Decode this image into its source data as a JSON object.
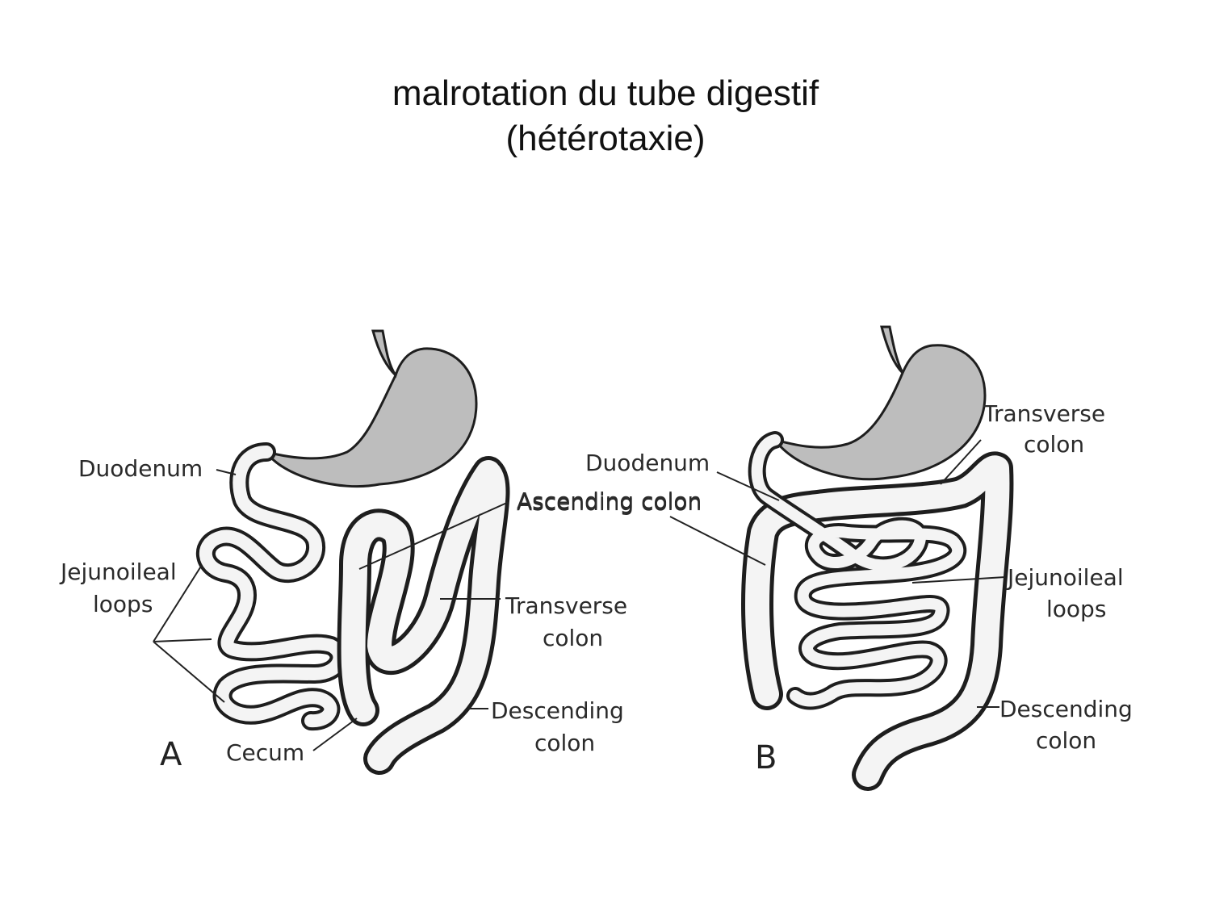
{
  "title": {
    "line1": "malrotation du tube digestif",
    "line2": "(hétérotaxie)"
  },
  "panel_a": {
    "letter": "A",
    "labels": {
      "duodenum": "Duodenum",
      "jejunoileal_1": "Jejunoileal",
      "jejunoileal_2": "loops",
      "ascending_colon": "Ascending colon",
      "transverse_1": "Transverse",
      "transverse_2": "colon",
      "descending_1": "Descending",
      "descending_2": "colon",
      "cecum": "Cecum"
    }
  },
  "panel_b": {
    "letter": "B",
    "labels": {
      "transverse_1": "Transverse",
      "transverse_2": "colon",
      "duodenum": "Duodenum",
      "ascending_colon": "Ascending colon",
      "jejunoileal_1": "Jejunoileal",
      "jejunoileal_2": "loops",
      "descending_1": "Descending",
      "descending_2": "colon"
    }
  }
}
